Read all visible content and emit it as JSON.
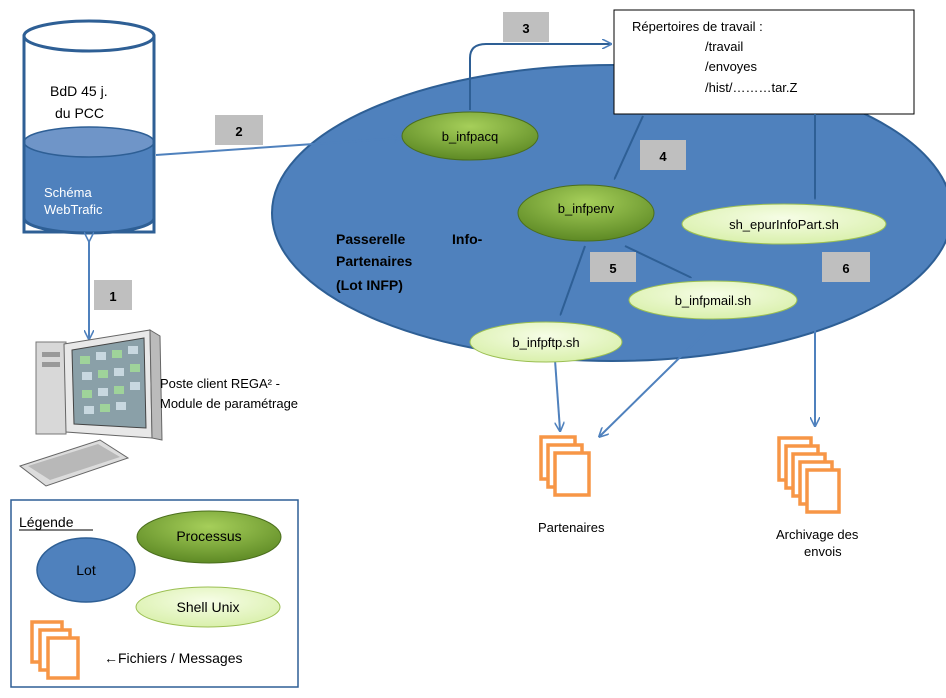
{
  "database": {
    "line1": "BdD 45 j.",
    "line2": "du PCC",
    "schema_line1": "Schéma",
    "schema_line2": "WebTrafic"
  },
  "steps": [
    "1",
    "2",
    "3",
    "4",
    "5",
    "6"
  ],
  "workdir": {
    "title": "Répertoires de travail :",
    "dirs": [
      "/travail",
      "/envoyes",
      "/hist/………tar.Z"
    ]
  },
  "lot": {
    "line1_left": "Passerelle",
    "line1_right": "Info-",
    "line2": "Partenaires",
    "line3": "(Lot INFP)"
  },
  "processes": {
    "acq": "b_infpacq",
    "env": "b_infpenv"
  },
  "shells": {
    "epur": "sh_epurInfoPart.sh",
    "mail": "b_infpmail.sh",
    "ftp": "b_infpftp.sh"
  },
  "client": {
    "line1": "Poste client REGA² -",
    "line2": "Module de paramétrage"
  },
  "outputs": {
    "partners": "Partenaires",
    "archive_line1": "Archivage des",
    "archive_line2": "envois"
  },
  "legend": {
    "title": "Légende",
    "process": "Processus",
    "lot": "Lot",
    "shell": "Shell Unix",
    "files": "←Fichiers / Messages"
  },
  "colors": {
    "lot_fill": "#4f81bd",
    "lot_stroke": "#2e5f95",
    "process_dark": "#6f9a2e",
    "process_light": "#a6cf5a",
    "shell_fill": "#e6f7c5",
    "file_orange": "#f79646",
    "step_badge": "#bfbfbf",
    "arrow": "#4f81bd"
  }
}
